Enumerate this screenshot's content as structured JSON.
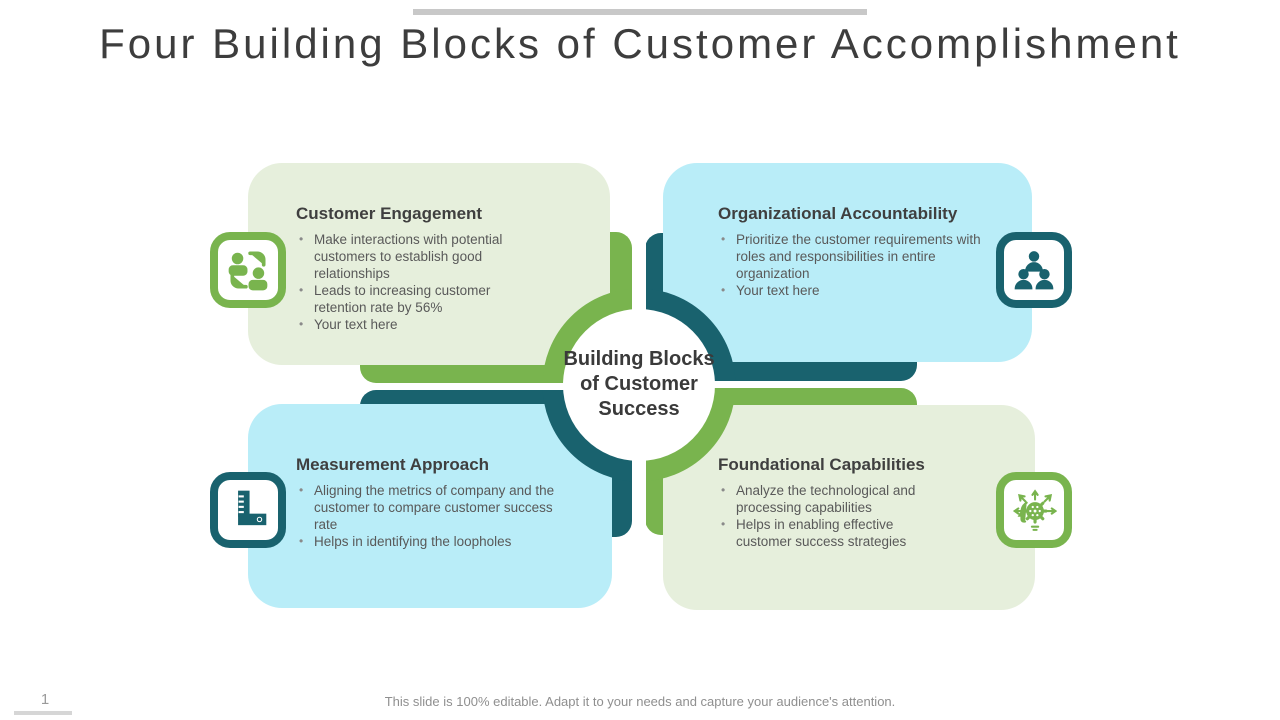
{
  "slide": {
    "title": "Four Building Blocks of Customer Accomplishment",
    "footer": "This slide is 100% editable. Adapt it to your needs and capture your audience's attention.",
    "page_number": "1"
  },
  "center": {
    "label": "Building Blocks of Customer Success",
    "lines": [
      "Building Blocks",
      "of Customer",
      "Success"
    ]
  },
  "colors": {
    "green_accent": "#79b44e",
    "teal_accent": "#19626e",
    "light_green_fill": "#e6efdc",
    "light_blue_fill": "#b9edf8",
    "heading_text": "#3f3f3f",
    "body_text": "#595959",
    "footer_text": "#8f8f8f",
    "top_bar": "#c8c8c8"
  },
  "blocks": [
    {
      "title": "Customer Engagement",
      "accent": "green",
      "icon": "people-exchange-icon",
      "bullets": [
        "Make interactions with potential customers to establish good relationships",
        "Leads to increasing customer retention rate by 56%",
        "Your text here"
      ]
    },
    {
      "title": "Organizational Accountability",
      "accent": "teal",
      "icon": "team-hierarchy-icon",
      "bullets": [
        "Prioritize the customer requirements with roles and responsibilities in entire organization",
        "Your text here"
      ]
    },
    {
      "title": "Measurement Approach",
      "accent": "teal",
      "icon": "ruler-icon",
      "bullets": [
        "Aligning the metrics of company and the customer to compare customer success rate",
        "Helps in identifying the loopholes"
      ]
    },
    {
      "title": "Foundational Capabilities",
      "accent": "green",
      "icon": "innovation-gear-icon",
      "bullets": [
        "Analyze the technological and processing capabilities",
        "Helps in enabling effective customer success strategies"
      ]
    }
  ]
}
